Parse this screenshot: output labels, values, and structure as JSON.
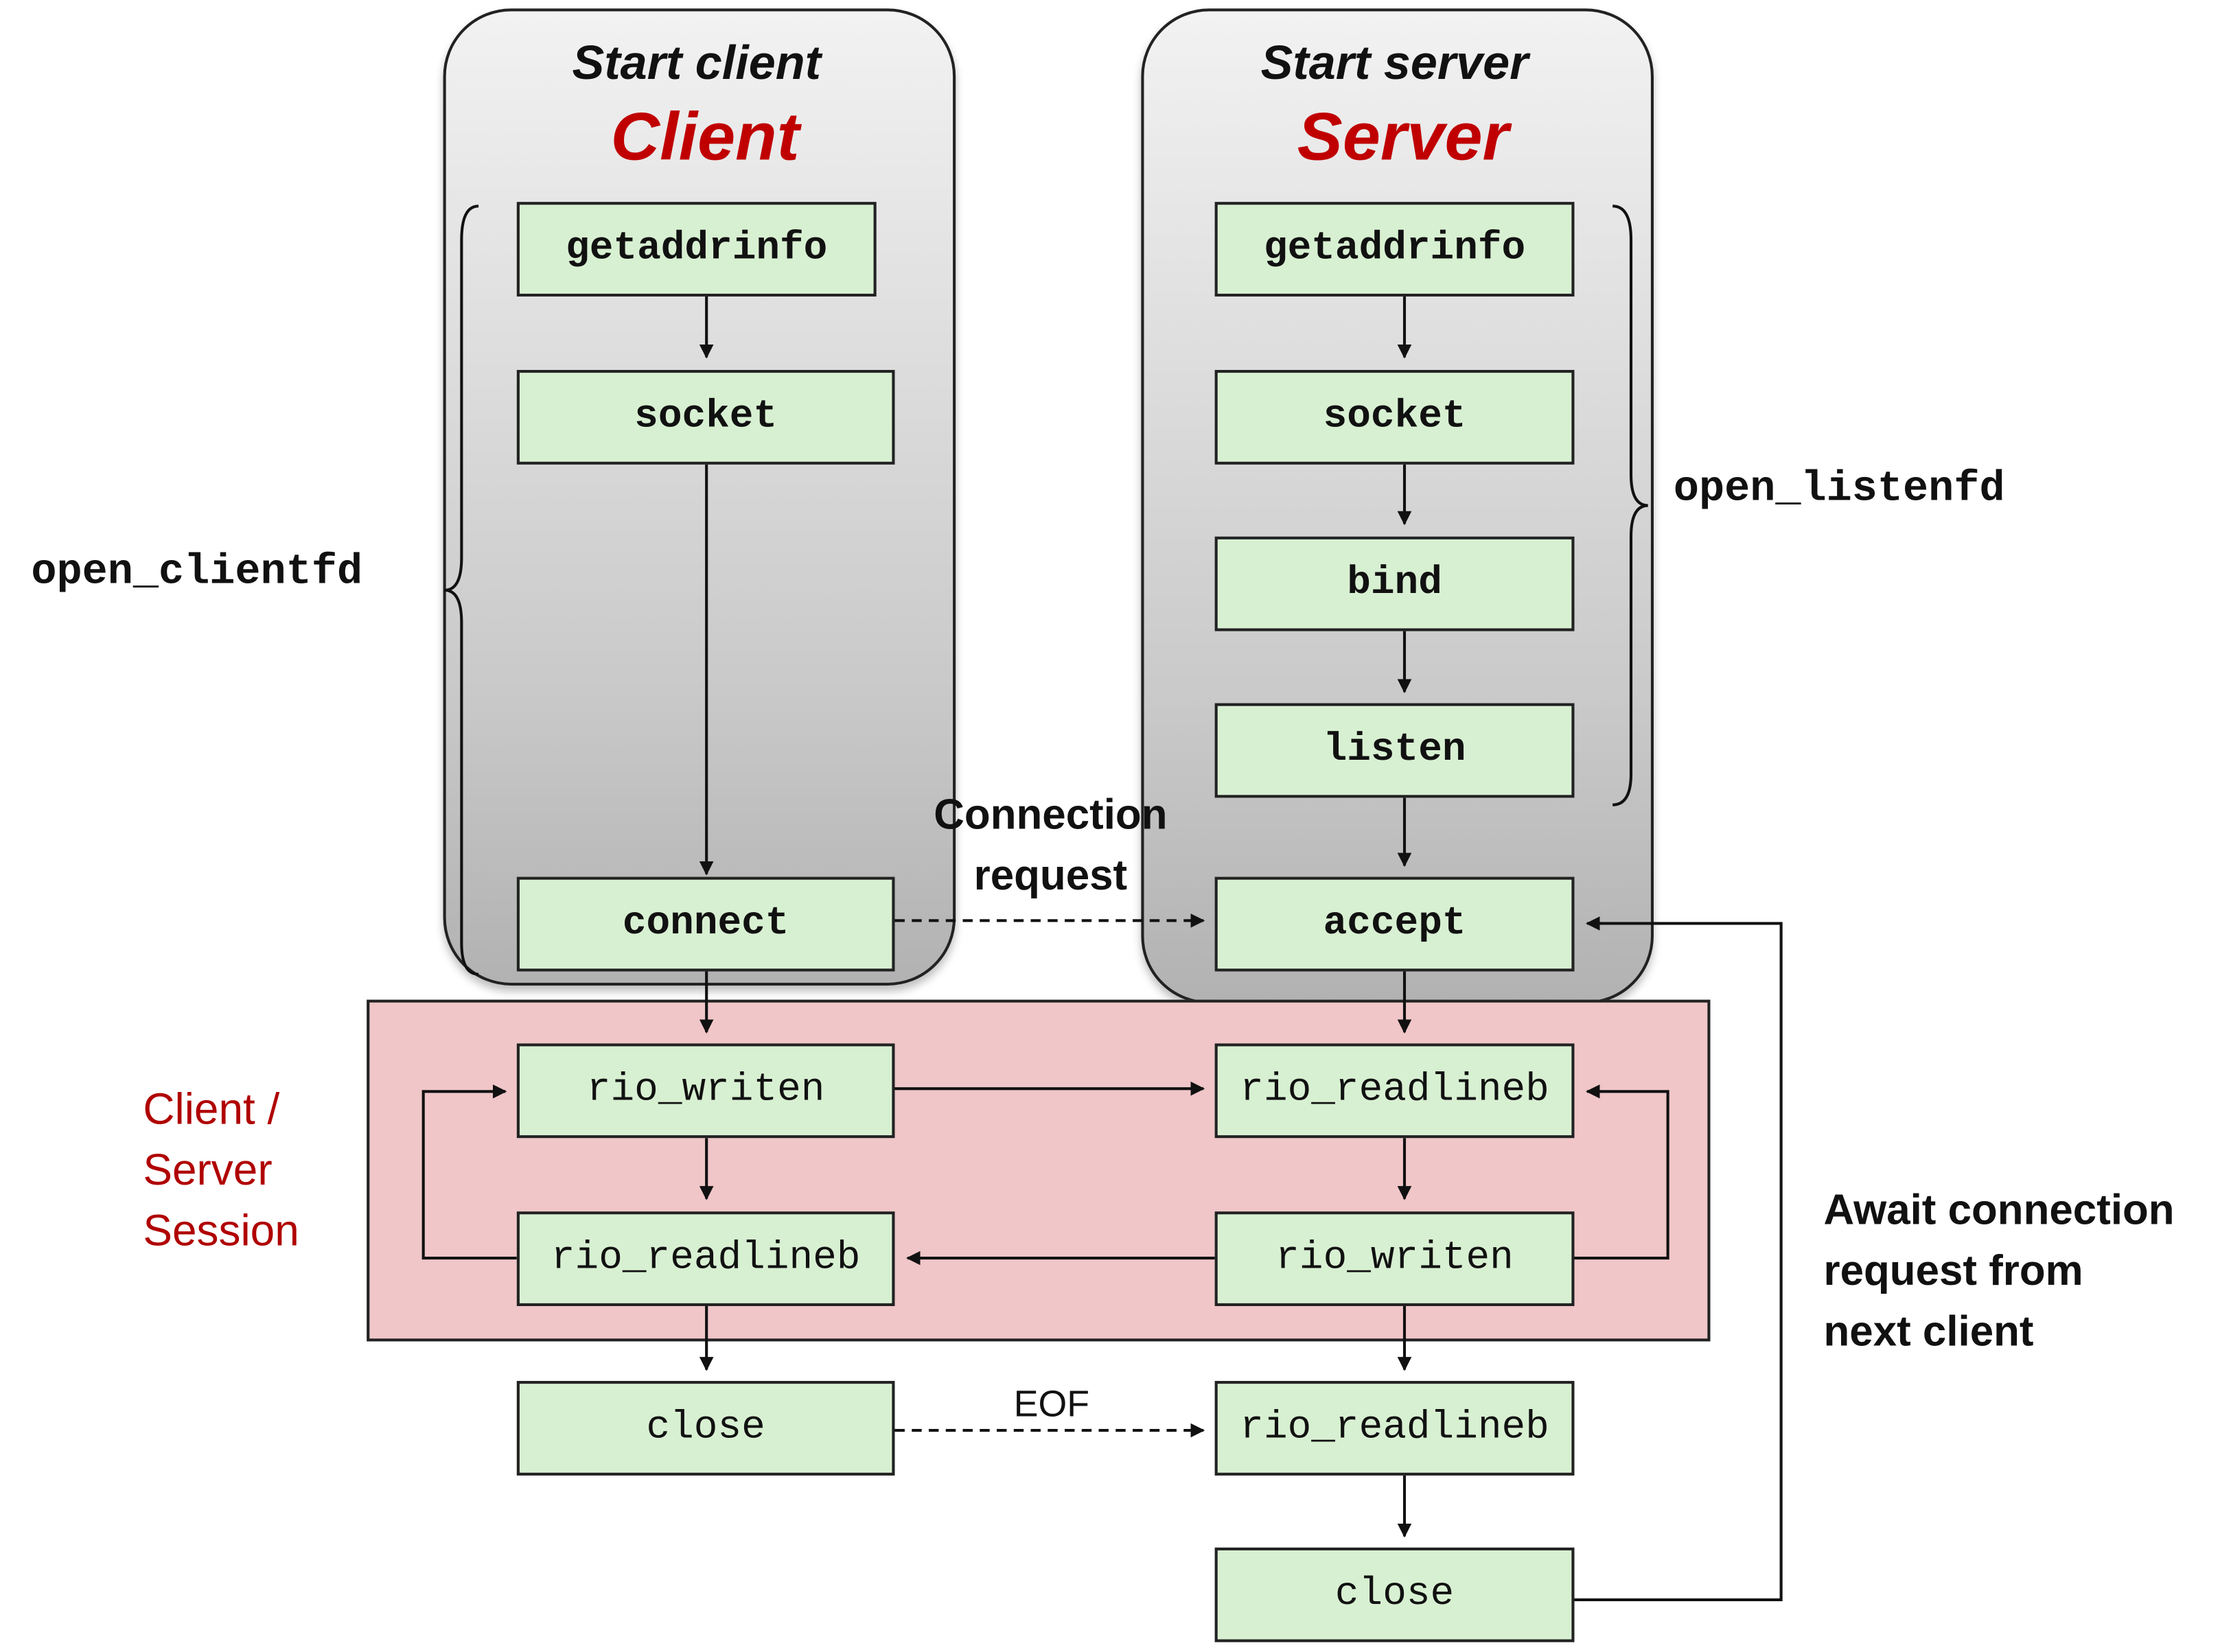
{
  "client_panel": {
    "subtitle": "Start client",
    "title": "Client"
  },
  "server_panel": {
    "subtitle": "Start server",
    "title": "Server"
  },
  "client_functions": {
    "getaddrinfo": "getaddrinfo",
    "socket": "socket",
    "connect": "connect",
    "rio_writen": "rio_writen",
    "rio_readlineb": "rio_readlineb",
    "close": "close"
  },
  "server_functions": {
    "getaddrinfo": "getaddrinfo",
    "socket": "socket",
    "bind": "bind",
    "listen": "listen",
    "accept": "accept",
    "rio_readlineb": "rio_readlineb",
    "rio_writen": "rio_writen",
    "rio_readlineb_eof": "rio_readlineb",
    "close": "close"
  },
  "labels": {
    "open_clientfd": "open_clientfd",
    "open_listenfd": "open_listenfd",
    "connection_request": [
      "Connection",
      "request"
    ],
    "eof": "EOF",
    "session": [
      "Client /",
      "Server",
      "Session"
    ],
    "await": [
      "Await connection",
      "request from",
      "next client"
    ]
  }
}
